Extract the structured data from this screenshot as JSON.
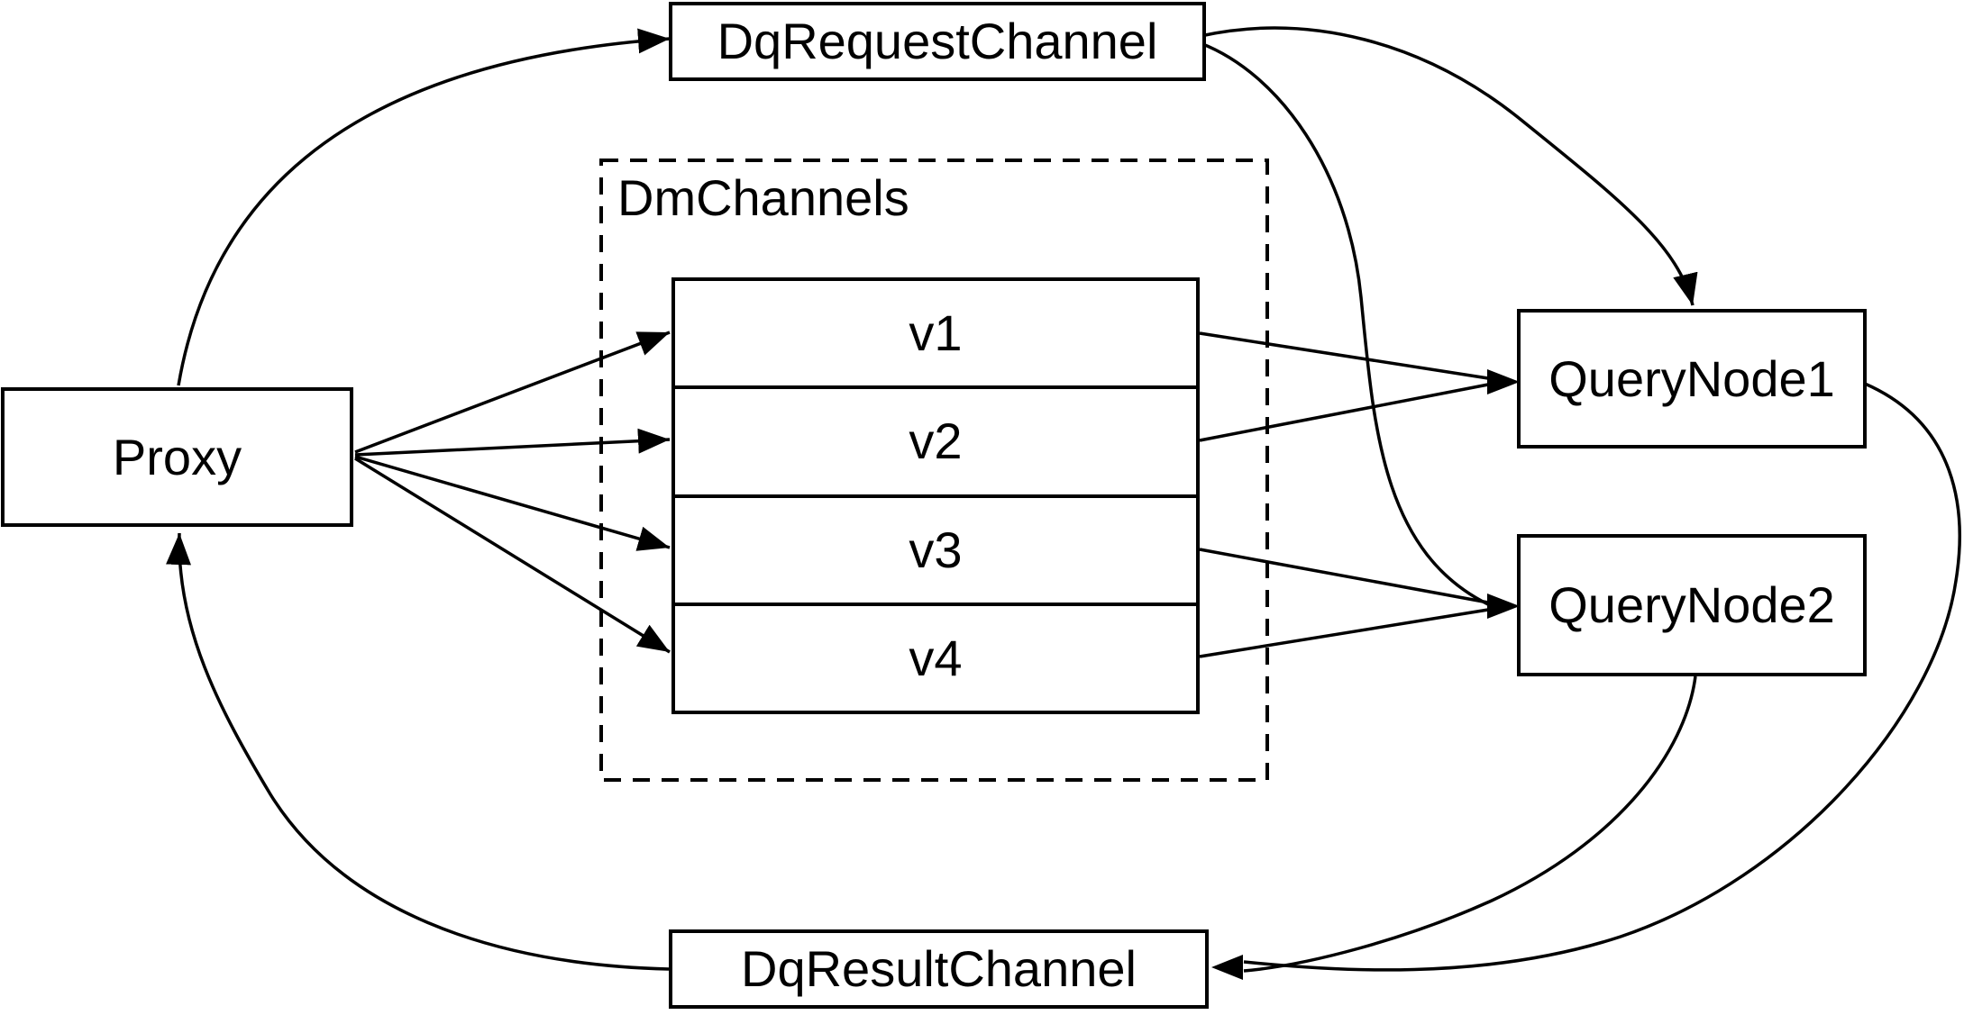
{
  "diagram": {
    "background": "#ffffff",
    "stroke_color": "#000000",
    "nodes": {
      "proxy": {
        "label": "Proxy"
      },
      "dq_request_channel": {
        "label": "DqRequestChannel"
      },
      "dm_channels_group": {
        "label": "DmChannels",
        "channels": [
          "v1",
          "v2",
          "v3",
          "v4"
        ]
      },
      "query_node_1": {
        "label": "QueryNode1"
      },
      "query_node_2": {
        "label": "QueryNode2"
      },
      "dq_result_channel": {
        "label": "DqResultChannel"
      }
    },
    "edges": [
      {
        "from": "Proxy",
        "to": "DqRequestChannel"
      },
      {
        "from": "Proxy",
        "to": "v1"
      },
      {
        "from": "Proxy",
        "to": "v2"
      },
      {
        "from": "Proxy",
        "to": "v3"
      },
      {
        "from": "Proxy",
        "to": "v4"
      },
      {
        "from": "v1",
        "to": "QueryNode1"
      },
      {
        "from": "v2",
        "to": "QueryNode1"
      },
      {
        "from": "v3",
        "to": "QueryNode2"
      },
      {
        "from": "v4",
        "to": "QueryNode2"
      },
      {
        "from": "DqRequestChannel",
        "to": "QueryNode1"
      },
      {
        "from": "DqRequestChannel",
        "to": "QueryNode2"
      },
      {
        "from": "QueryNode1",
        "to": "DqResultChannel"
      },
      {
        "from": "QueryNode2",
        "to": "DqResultChannel"
      },
      {
        "from": "DqResultChannel",
        "to": "Proxy"
      }
    ]
  }
}
